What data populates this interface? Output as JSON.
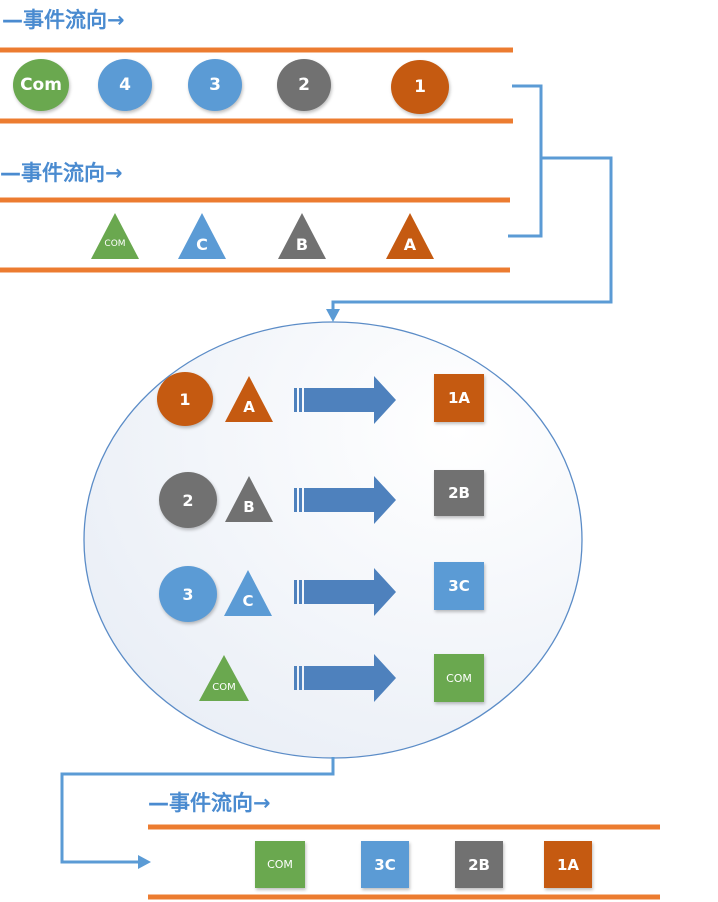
{
  "colors": {
    "orange_line": "#ec7c30",
    "blue_line": "#5b9bd5",
    "green": "#6aa84f",
    "blue": "#5b9bd5",
    "gray": "#717171",
    "orange": "#c55a11",
    "arrow": "#4e81bd",
    "text_blue": "#4a8bd0"
  },
  "flow_labels": {
    "top": "事件流向",
    "middle": "事件流向",
    "bottom": "事件流向"
  },
  "stream1": [
    "Com",
    "4",
    "3",
    "2",
    "1"
  ],
  "stream2": [
    "COM",
    "C",
    "B",
    "A"
  ],
  "merge": {
    "rows": [
      {
        "circle": "1",
        "triangle": "A",
        "result": "1A"
      },
      {
        "circle": "2",
        "triangle": "B",
        "result": "2B"
      },
      {
        "circle": "3",
        "triangle": "C",
        "result": "3C"
      },
      {
        "circle": "",
        "triangle": "COM",
        "result": "COM"
      }
    ]
  },
  "output": [
    "COM",
    "3C",
    "2B",
    "1A"
  ]
}
